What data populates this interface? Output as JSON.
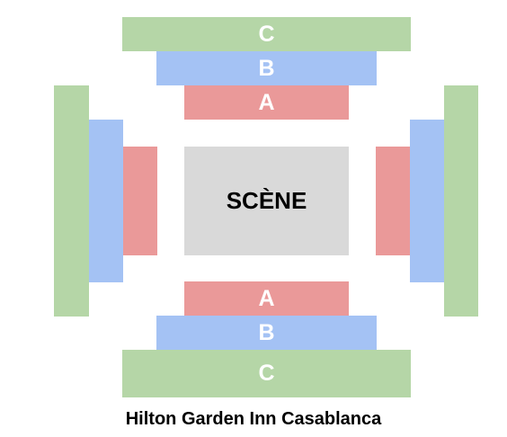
{
  "stage": {
    "label": "SCÈNE"
  },
  "sections": {
    "top_c": "C",
    "top_b": "B",
    "top_a": "A",
    "bottom_a": "A",
    "bottom_b": "B",
    "bottom_c": "C"
  },
  "venue": {
    "name": "Hilton Garden Inn Casablanca"
  },
  "colors": {
    "category_a": "#ea9999",
    "category_b": "#a4c2f4",
    "category_c": "#b5d6a7",
    "stage": "#d9d9d9"
  }
}
